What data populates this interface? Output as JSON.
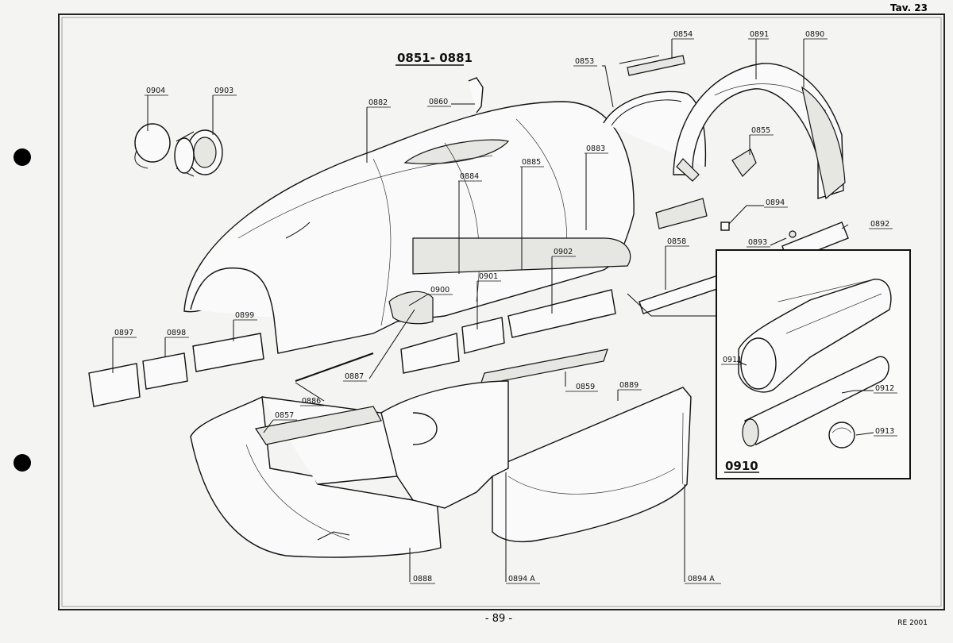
{
  "header": {
    "plate_label": "Tav. 23"
  },
  "footer": {
    "page_number": "- 89 -",
    "doc_code": "RE 2001"
  },
  "diagram": {
    "group_title": "0851- 0881",
    "inset_title": "0910",
    "parts": [
      {
        "id": "p0854",
        "label": "0854"
      },
      {
        "id": "p0891",
        "label": "0891"
      },
      {
        "id": "p0890",
        "label": "0890"
      },
      {
        "id": "p0853",
        "label": "0853"
      },
      {
        "id": "p0904",
        "label": "0904"
      },
      {
        "id": "p0903",
        "label": "0903"
      },
      {
        "id": "p0882",
        "label": "0882"
      },
      {
        "id": "p0860",
        "label": "0860"
      },
      {
        "id": "p0855",
        "label": "0855"
      },
      {
        "id": "p0883",
        "label": "0883"
      },
      {
        "id": "p0885",
        "label": "0885"
      },
      {
        "id": "p0884",
        "label": "0884"
      },
      {
        "id": "p0894",
        "label": "0894"
      },
      {
        "id": "p0892",
        "label": "0892"
      },
      {
        "id": "p0893",
        "label": "0893"
      },
      {
        "id": "p0858",
        "label": "0858"
      },
      {
        "id": "p0902",
        "label": "0902"
      },
      {
        "id": "p0901",
        "label": "0901"
      },
      {
        "id": "p0900",
        "label": "0900"
      },
      {
        "id": "p0897",
        "label": "0897"
      },
      {
        "id": "p0898",
        "label": "0898"
      },
      {
        "id": "p0899",
        "label": "0899"
      },
      {
        "id": "p0911",
        "label": "0911"
      },
      {
        "id": "p0912",
        "label": "0912"
      },
      {
        "id": "p0913",
        "label": "0913"
      },
      {
        "id": "p0887",
        "label": "0887"
      },
      {
        "id": "p0886",
        "label": "0886"
      },
      {
        "id": "p0859",
        "label": "0859"
      },
      {
        "id": "p0889",
        "label": "0889"
      },
      {
        "id": "p0857",
        "label": "0857"
      },
      {
        "id": "p0888",
        "label": "0888"
      },
      {
        "id": "p0894A1",
        "label": "0894 A"
      },
      {
        "id": "p0894A2",
        "label": "0894 A"
      }
    ]
  }
}
